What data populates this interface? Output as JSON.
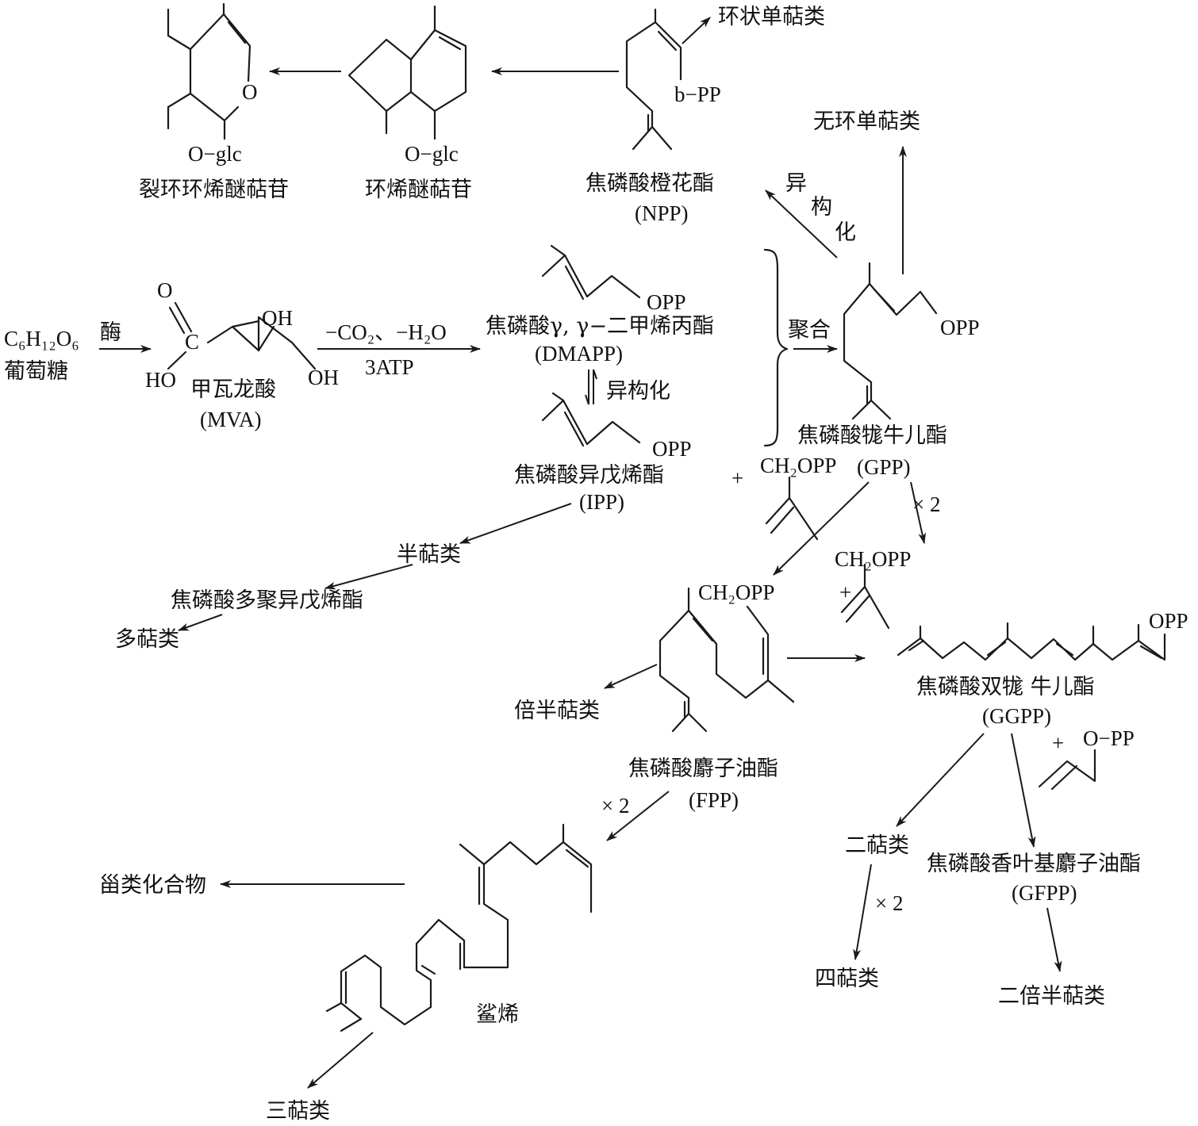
{
  "labels": {
    "glucose": "葡萄糖",
    "glucose_formula": "C₆H₁₂O₆",
    "enzyme": "酶",
    "mva_name": "甲瓦龙酸",
    "mva_abbr": "(MVA)",
    "mva_o": "O",
    "mva_c": "C",
    "mva_oh1": "OH",
    "mva_ho": "HO",
    "mva_oh2": "OH",
    "step_loss": "−CO₂、−H₂O",
    "step_atp": "3ATP",
    "dmapp_name": "焦磷酸γ, γ−二甲烯丙酯",
    "dmapp_abbr": "(DMAPP)",
    "dmapp_opp": "OPP",
    "isomerize": "异构化",
    "ipp_name": "焦磷酸异戊烯酯",
    "ipp_abbr": "(IPP)",
    "ipp_opp": "OPP",
    "condense": "聚合",
    "gpp_name": "焦磷酸牻牛儿酯",
    "gpp_abbr": "(GPP)",
    "gpp_opp": "OPP",
    "acyclic_mono": "无环单萜类",
    "isomer_v1": "异",
    "isomer_v2": "构",
    "isomer_v3": "化",
    "npp_name": "焦磷酸橙花酯",
    "npp_abbr": "(NPP)",
    "npp_bpp": "b−PP",
    "cyclic_mono": "环状单萜类",
    "iridoid": "环烯醚萜苷",
    "seco_iridoid": "裂环环烯醚萜苷",
    "oglc1": "O−glc",
    "oglc2": "O−glc",
    "ring_o": "O",
    "hemiterpenes": "半萜类",
    "polyprenyl_pp": "焦磷酸多聚异戊烯酯",
    "polyterpenes": "多萜类",
    "plus1": "+",
    "ch2opp1": "CH₂OPP",
    "ch2opp2": "CH₂OPP",
    "ch2opp3": "CH₂OPP",
    "plus2": "+",
    "times2_a": "× 2",
    "fpp_name": "焦磷酸麝子油酯",
    "fpp_abbr": "(FPP)",
    "sesquiterpenes": "倍半萜类",
    "ggpp_name": "焦磷酸双牻 牛儿酯",
    "ggpp_abbr": "(GGPP)",
    "ggpp_opp": "OPP",
    "plus3": "+",
    "o_pp": "O−PP",
    "diterpenes": "二萜类",
    "gfpp_name": "焦磷酸香叶基麝子油酯",
    "gfpp_abbr": "(GFPP)",
    "times2_b": "× 2",
    "tetraterpenes": "四萜类",
    "sesterterpenes": "二倍半萜类",
    "times2_c": "× 2",
    "squalene": "鲨烯",
    "steroids": "甾类化合物",
    "triterpenes": "三萜类"
  }
}
